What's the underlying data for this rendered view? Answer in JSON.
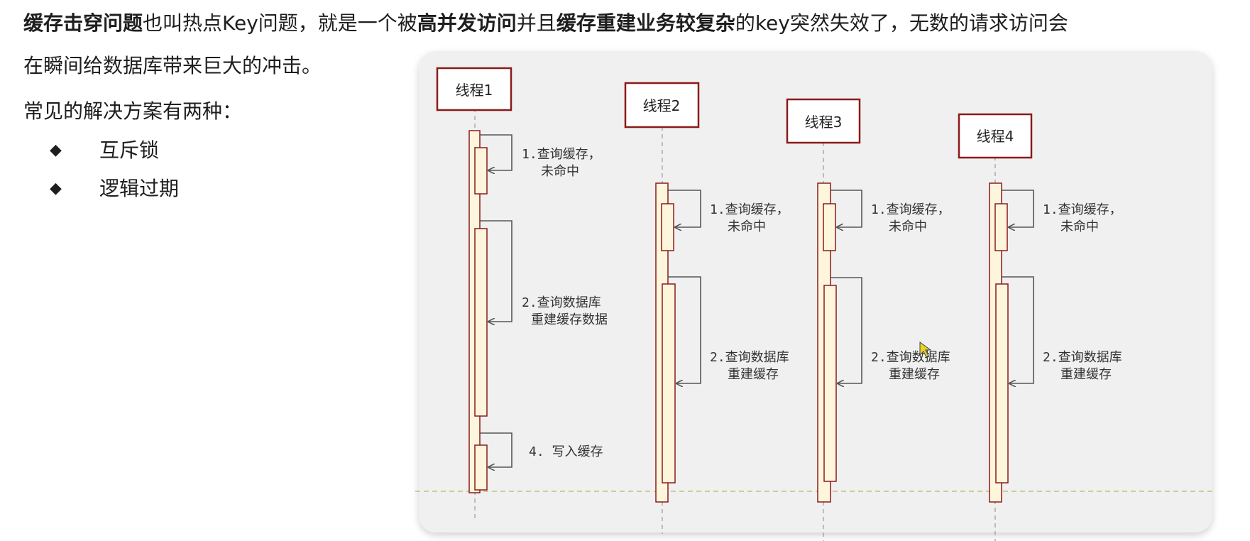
{
  "intro": {
    "segments": [
      {
        "text": "缓存击穿问题",
        "bold": true
      },
      {
        "text": "也叫热点Key问题，就是一个被",
        "bold": false
      },
      {
        "text": "高并发访问",
        "bold": true
      },
      {
        "text": "并且",
        "bold": false
      },
      {
        "text": "缓存重建业务较复杂",
        "bold": true
      },
      {
        "text": "的key突然失效了，无数的请求访问会",
        "bold": false
      }
    ],
    "line2": "在瞬间给数据库带来巨大的冲击。",
    "solutions_heading": "常见的解决方案有两种：",
    "solutions": [
      "互斥锁",
      "逻辑过期"
    ]
  },
  "diagram": {
    "threads": [
      {
        "name": "线程1",
        "steps": [
          "1.查询缓存，",
          "未命中",
          "2.查询数据库",
          "重建缓存数据",
          "4. 写入缓存"
        ]
      },
      {
        "name": "线程2",
        "steps": [
          "1.查询缓存，",
          "未命中",
          "2.查询数据库",
          "重建缓存"
        ]
      },
      {
        "name": "线程3",
        "steps": [
          "1.查询缓存，",
          "未命中",
          "2.查询数据库",
          "重建缓存"
        ]
      },
      {
        "name": "线程4",
        "steps": [
          "1.查询缓存，",
          "未命中",
          "2.查询数据库",
          "重建缓存"
        ]
      }
    ]
  },
  "colors": {
    "panel_bg": "#f0f0f0",
    "box_border": "#8b1a1a",
    "activation_fill": "#fdf6dc",
    "arrow": "#555555",
    "baseline": "#c8cf9a"
  }
}
